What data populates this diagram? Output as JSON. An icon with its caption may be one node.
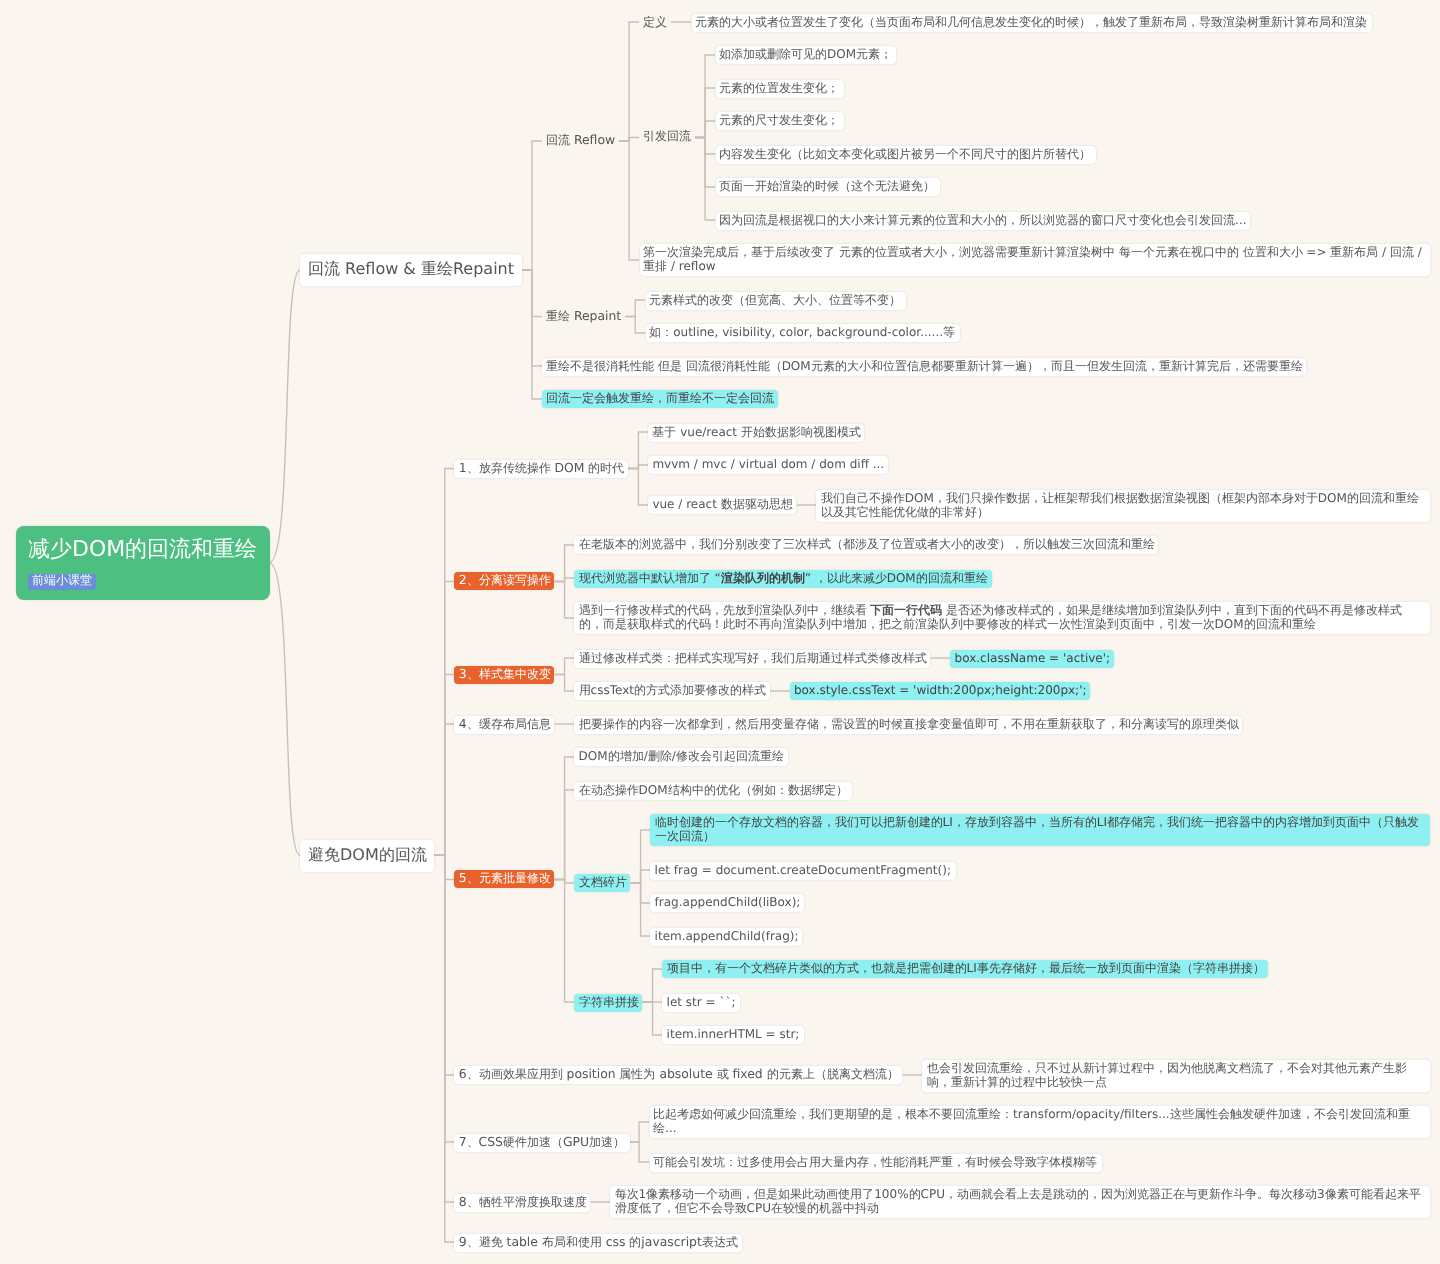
{
  "diagram": {
    "nodes": [
      {
        "text": [
          "减少DOM的回流和重绘",
          "前端小课堂"
        ]
      },
      {
        "text": [
          "回流 Reflow & 重绘Repaint"
        ]
      },
      {
        "text": [
          "回流 Reflow"
        ]
      },
      {
        "text": [
          "定义"
        ]
      },
      {
        "text": [
          "元素的大小或者位置发生了变化（当页面布局和几何信息发生变化的时候），触发了重新布局，导致渲染树重新计算布局和渲染"
        ]
      },
      {
        "text": [
          "引发回流"
        ]
      },
      {
        "text": [
          "如添加或删除可见的DOM元素；"
        ]
      },
      {
        "text": [
          "元素的位置发生变化；"
        ]
      },
      {
        "text": [
          "元素的尺寸发生变化；"
        ]
      },
      {
        "text": [
          "内容发生变化（比如文本变化或图片被另一个不同尺寸的图片所替代）"
        ]
      },
      {
        "text": [
          "页面一开始渲染的时候（这个无法避免）"
        ]
      },
      {
        "text": [
          "因为回流是根据视口的大小来计算元素的位置和大小的，所以浏览器的窗口尺寸变化也会引发回流..."
        ]
      },
      {
        "text": [
          "第一次渲染完成后，基于后续改变了 元素的位置或者大小，浏览器需要重新计算渲染树中 每一个元素在视口中的 位置和大小 => 重新布局 / 回流 / 重排 / reflow"
        ]
      },
      {
        "text": [
          "重绘 Repaint"
        ]
      },
      {
        "text": [
          "元素样式的改变（但宽高、大小、位置等不变）"
        ]
      },
      {
        "text": [
          "如：outline, visibility, color, background-color......等"
        ]
      },
      {
        "text": [
          "重绘不是很消耗性能 但是 回流很消耗性能（DOM元素的大小和位置信息都要重新计算一遍），而且一但发生回流，重新计算完后，还需要重绘"
        ]
      },
      {
        "text": [
          "回流一定会触发重绘，而重绘不一定会回流"
        ]
      },
      {
        "text": [
          "避免DOM的回流"
        ]
      },
      {
        "text": [
          "1、放弃传统操作 DOM 的时代"
        ]
      },
      {
        "text": [
          "基于 vue/react 开始数据影响视图模式"
        ]
      },
      {
        "text": [
          "mvvm / mvc / virtual dom / dom diff ..."
        ]
      },
      {
        "text": [
          "vue / react 数据驱动思想"
        ]
      },
      {
        "text": [
          "我们自己不操作DOM，我们只操作数据，让框架帮我们根据数据渲染视图（框架内部本身对于DOM的回流和重绘以及其它性能优化做的非常好）"
        ]
      },
      {
        "text": [
          "2、分离读写操作"
        ]
      },
      {
        "text": [
          "在老版本的浏览器中，我们分别改变了三次样式（都涉及了位置或者大小的改变），所以触发三次回流和重绘"
        ]
      },
      {
        "text": [
          "现代浏览器中默认增加了 “**渲染队列的机制**” ，以此来减少DOM的回流和重绘"
        ]
      },
      {
        "text": [
          "遇到一行修改样式的代码，先放到渲染队列中，继续看 **下面一行代码** 是否还为修改样式的，如果是继续增加到渲染队列中，直到下面的代码不再是修改样式的，而是获取样式的代码！此时不再向渲染队列中增加，把之前渲染队列中要修改的样式一次性渲染到页面中，引发一次DOM的回流和重绘"
        ]
      },
      {
        "text": [
          "3、样式集中改变"
        ]
      },
      {
        "text": [
          "通过修改样式类：把样式实现写好，我们后期通过样式类修改样式"
        ]
      },
      {
        "text": [
          "box.className = 'active';"
        ]
      },
      {
        "text": [
          "用cssText的方式添加要修改的样式"
        ]
      },
      {
        "text": [
          "box.style.cssText = 'width:200px;height:200px;';"
        ]
      },
      {
        "text": [
          "4、缓存布局信息"
        ]
      },
      {
        "text": [
          "把要操作的内容一次都拿到，然后用变量存储，需设置的时候直接拿变量值即可，不用在重新获取了，和分离读写的原理类似"
        ]
      },
      {
        "text": [
          "5、元素批量修改"
        ]
      },
      {
        "text": [
          "DOM的增加/删除/修改会引起回流重绘"
        ]
      },
      {
        "text": [
          "在动态操作DOM结构中的优化（例如：数据绑定）"
        ]
      },
      {
        "text": [
          "文档碎片"
        ]
      },
      {
        "text": [
          "临时创建的一个存放文档的容器，我们可以把新创建的LI，存放到容器中，当所有的LI都存储完，我们统一把容器中的内容增加到页面中（只触发一次回流）"
        ]
      },
      {
        "text": [
          "let frag = document.createDocumentFragment();"
        ]
      },
      {
        "text": [
          "frag.appendChild(liBox);"
        ]
      },
      {
        "text": [
          "item.appendChild(frag);"
        ]
      },
      {
        "text": [
          "字符串拼接"
        ]
      },
      {
        "text": [
          "项目中，有一个文档碎片类似的方式，也就是把需创建的LI事先存储好，最后统一放到页面中渲染（字符串拼接）"
        ]
      },
      {
        "text": [
          "let str = ``;"
        ]
      },
      {
        "text": [
          "item.innerHTML = str;"
        ]
      },
      {
        "text": [
          "6、动画效果应用到 position 属性为 absolute 或 fixed 的元素上（脱离文档流）"
        ]
      },
      {
        "text": [
          "也会引发回流重绘，只不过从新计算过程中，因为他脱离文档流了，不会对其他元素产生影响，重新计算的过程中比较快一点"
        ]
      },
      {
        "text": [
          "7、CSS硬件加速（GPU加速）"
        ]
      },
      {
        "text": [
          "比起考虑如何减少回流重绘，我们更期望的是，根本不要回流重绘：transform/opacity/filters...这些属性会触发硬件加速，不会引发回流和重绘..."
        ]
      },
      {
        "text": [
          "可能会引发坑：过多使用会占用大量内存，性能消耗严重，有时候会导致字体模糊等"
        ]
      },
      {
        "text": [
          "8、牺牲平滑度换取速度"
        ]
      },
      {
        "text": [
          "每次1像素移动一个动画，但是如果此动画使用了100%的CPU，动画就会看上去是跳动的，因为浏览器正在与更新作斗争。每次移动3像素可能看起来平滑度低了，但它不会导致CPU在较慢的机器中抖动"
        ]
      },
      {
        "text": [
          "9、避免 table 布局和使用 css 的javascript表达式"
        ]
      }
    ],
    "edges": [
      {
        "from": 0,
        "to": 1,
        "arrow": "none"
      },
      {
        "from": 1,
        "to": 2,
        "arrow": "none"
      },
      {
        "from": 2,
        "to": 3,
        "arrow": "none"
      },
      {
        "from": 3,
        "to": 4,
        "arrow": "none"
      },
      {
        "from": 2,
        "to": 5,
        "arrow": "none"
      },
      {
        "from": 5,
        "to": 6,
        "arrow": "none"
      },
      {
        "from": 5,
        "to": 7,
        "arrow": "none"
      },
      {
        "from": 5,
        "to": 8,
        "arrow": "none"
      },
      {
        "from": 5,
        "to": 9,
        "arrow": "none"
      },
      {
        "from": 5,
        "to": 10,
        "arrow": "none"
      },
      {
        "from": 5,
        "to": 11,
        "arrow": "none"
      },
      {
        "from": 2,
        "to": 12,
        "arrow": "none"
      },
      {
        "from": 1,
        "to": 13,
        "arrow": "none"
      },
      {
        "from": 13,
        "to": 14,
        "arrow": "none"
      },
      {
        "from": 13,
        "to": 15,
        "arrow": "none"
      },
      {
        "from": 1,
        "to": 16,
        "arrow": "none"
      },
      {
        "from": 1,
        "to": 17,
        "arrow": "none"
      },
      {
        "from": 0,
        "to": 18,
        "arrow": "none"
      },
      {
        "from": 18,
        "to": 19,
        "arrow": "none"
      },
      {
        "from": 19,
        "to": 20,
        "arrow": "none"
      },
      {
        "from": 19,
        "to": 21,
        "arrow": "none"
      },
      {
        "from": 19,
        "to": 22,
        "arrow": "none"
      },
      {
        "from": 22,
        "to": 23,
        "arrow": "none"
      },
      {
        "from": 18,
        "to": 24,
        "arrow": "none"
      },
      {
        "from": 24,
        "to": 25,
        "arrow": "none"
      },
      {
        "from": 24,
        "to": 26,
        "arrow": "none"
      },
      {
        "from": 24,
        "to": 27,
        "arrow": "none"
      },
      {
        "from": 18,
        "to": 28,
        "arrow": "none"
      },
      {
        "from": 28,
        "to": 29,
        "arrow": "none"
      },
      {
        "from": 29,
        "to": 30,
        "arrow": "none"
      },
      {
        "from": 28,
        "to": 31,
        "arrow": "none"
      },
      {
        "from": 31,
        "to": 32,
        "arrow": "none"
      },
      {
        "from": 18,
        "to": 33,
        "arrow": "none"
      },
      {
        "from": 33,
        "to": 34,
        "arrow": "none"
      },
      {
        "from": 18,
        "to": 35,
        "arrow": "none"
      },
      {
        "from": 35,
        "to": 36,
        "arrow": "none"
      },
      {
        "from": 35,
        "to": 37,
        "arrow": "none"
      },
      {
        "from": 35,
        "to": 38,
        "arrow": "none"
      },
      {
        "from": 38,
        "to": 39,
        "arrow": "none"
      },
      {
        "from": 38,
        "to": 40,
        "arrow": "none"
      },
      {
        "from": 38,
        "to": 41,
        "arrow": "none"
      },
      {
        "from": 38,
        "to": 42,
        "arrow": "none"
      },
      {
        "from": 35,
        "to": 43,
        "arrow": "none"
      },
      {
        "from": 43,
        "to": 44,
        "arrow": "none"
      },
      {
        "from": 43,
        "to": 45,
        "arrow": "none"
      },
      {
        "from": 43,
        "to": 46,
        "arrow": "none"
      },
      {
        "from": 18,
        "to": 47,
        "arrow": "none"
      },
      {
        "from": 47,
        "to": 48,
        "arrow": "none"
      },
      {
        "from": 18,
        "to": 49,
        "arrow": "none"
      },
      {
        "from": 49,
        "to": 50,
        "arrow": "none"
      },
      {
        "from": 49,
        "to": 51,
        "arrow": "none"
      },
      {
        "from": 18,
        "to": 52,
        "arrow": "none"
      },
      {
        "from": 52,
        "to": 53,
        "arrow": "none"
      },
      {
        "from": 18,
        "to": 54,
        "arrow": "none"
      }
    ]
  }
}
